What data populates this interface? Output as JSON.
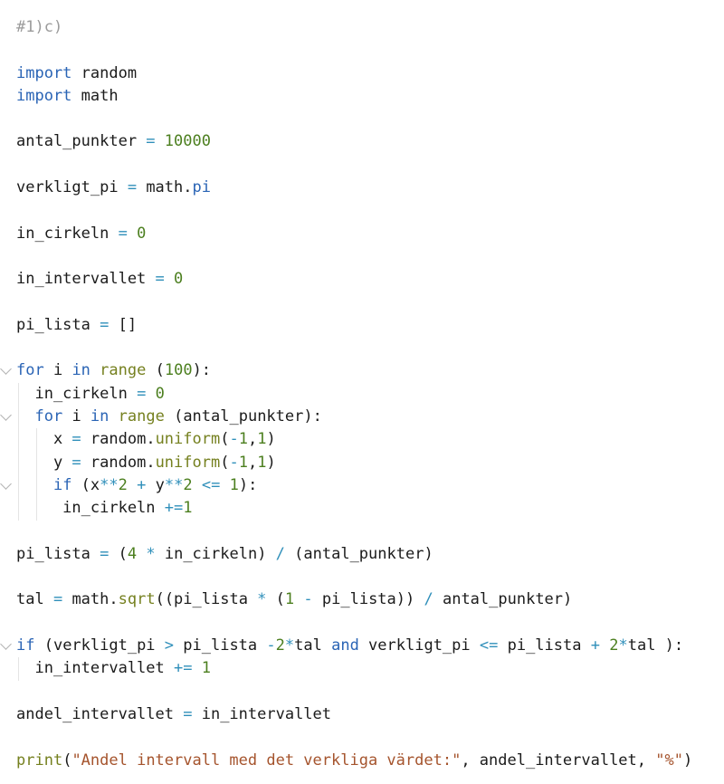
{
  "app": {
    "kind": "code-editor",
    "language": "python",
    "background": "#ffffff"
  },
  "palette": {
    "t": "#1b1b1b",
    "c": "#9b9b9b",
    "k": "#2a64b5",
    "o": "#2f8fba",
    "n": "#4c7f1f",
    "f": "#75801f",
    "s": "#a5542d",
    "fold_chevron": "#b4b4b4",
    "indent_guide": "#e4e4e4"
  },
  "editor": {
    "fold_marker_rows": [
      16,
      18,
      21,
      28
    ],
    "indent_guides": [
      {
        "x": 20,
        "from_row": 17,
        "to_row": 22
      },
      {
        "x": 40,
        "from_row": 19,
        "to_row": 22
      },
      {
        "x": 20,
        "from_row": 29,
        "to_row": 29
      }
    ],
    "lines": [
      {
        "tokens": [
          [
            "c",
            "#1)c)"
          ]
        ]
      },
      {
        "tokens": []
      },
      {
        "tokens": [
          [
            "k",
            "import"
          ],
          [
            "t",
            " random"
          ]
        ]
      },
      {
        "tokens": [
          [
            "k",
            "import"
          ],
          [
            "t",
            " math"
          ]
        ]
      },
      {
        "tokens": []
      },
      {
        "tokens": [
          [
            "t",
            "antal_punkter "
          ],
          [
            "o",
            "="
          ],
          [
            "t",
            " "
          ],
          [
            "n",
            "10000"
          ]
        ]
      },
      {
        "tokens": []
      },
      {
        "tokens": [
          [
            "t",
            "verkligt_pi "
          ],
          [
            "o",
            "="
          ],
          [
            "t",
            " math."
          ],
          [
            "k",
            "pi"
          ]
        ]
      },
      {
        "tokens": []
      },
      {
        "tokens": [
          [
            "t",
            "in_cirkeln "
          ],
          [
            "o",
            "="
          ],
          [
            "t",
            " "
          ],
          [
            "n",
            "0"
          ]
        ]
      },
      {
        "tokens": []
      },
      {
        "tokens": [
          [
            "t",
            "in_intervallet "
          ],
          [
            "o",
            "="
          ],
          [
            "t",
            " "
          ],
          [
            "n",
            "0"
          ]
        ]
      },
      {
        "tokens": []
      },
      {
        "tokens": [
          [
            "t",
            "pi_lista "
          ],
          [
            "o",
            "="
          ],
          [
            "t",
            " []"
          ]
        ]
      },
      {
        "tokens": []
      },
      {
        "tokens": [
          [
            "k",
            "for"
          ],
          [
            "t",
            " i "
          ],
          [
            "k",
            "in"
          ],
          [
            "t",
            " "
          ],
          [
            "f",
            "range"
          ],
          [
            "t",
            " ("
          ],
          [
            "n",
            "100"
          ],
          [
            "t",
            "):"
          ]
        ]
      },
      {
        "tokens": [
          [
            "t",
            "  in_cirkeln "
          ],
          [
            "o",
            "="
          ],
          [
            "t",
            " "
          ],
          [
            "n",
            "0"
          ]
        ]
      },
      {
        "tokens": [
          [
            "t",
            "  "
          ],
          [
            "k",
            "for"
          ],
          [
            "t",
            " i "
          ],
          [
            "k",
            "in"
          ],
          [
            "t",
            " "
          ],
          [
            "f",
            "range"
          ],
          [
            "t",
            " (antal_punkter):"
          ]
        ]
      },
      {
        "tokens": [
          [
            "t",
            "    x "
          ],
          [
            "o",
            "="
          ],
          [
            "t",
            " random."
          ],
          [
            "f",
            "uniform"
          ],
          [
            "t",
            "("
          ],
          [
            "o",
            "-"
          ],
          [
            "n",
            "1"
          ],
          [
            "t",
            ","
          ],
          [
            "n",
            "1"
          ],
          [
            "t",
            ")"
          ]
        ]
      },
      {
        "tokens": [
          [
            "t",
            "    y "
          ],
          [
            "o",
            "="
          ],
          [
            "t",
            " random."
          ],
          [
            "f",
            "uniform"
          ],
          [
            "t",
            "("
          ],
          [
            "o",
            "-"
          ],
          [
            "n",
            "1"
          ],
          [
            "t",
            ","
          ],
          [
            "n",
            "1"
          ],
          [
            "t",
            ")"
          ]
        ]
      },
      {
        "tokens": [
          [
            "t",
            "    "
          ],
          [
            "k",
            "if"
          ],
          [
            "t",
            " (x"
          ],
          [
            "o",
            "**"
          ],
          [
            "n",
            "2"
          ],
          [
            "t",
            " "
          ],
          [
            "o",
            "+"
          ],
          [
            "t",
            " y"
          ],
          [
            "o",
            "**"
          ],
          [
            "n",
            "2"
          ],
          [
            "t",
            " "
          ],
          [
            "o",
            "<="
          ],
          [
            "t",
            " "
          ],
          [
            "n",
            "1"
          ],
          [
            "t",
            "):"
          ]
        ]
      },
      {
        "tokens": [
          [
            "t",
            "     in_cirkeln "
          ],
          [
            "o",
            "+="
          ],
          [
            "n",
            "1"
          ]
        ]
      },
      {
        "tokens": []
      },
      {
        "tokens": [
          [
            "t",
            "pi_lista "
          ],
          [
            "o",
            "="
          ],
          [
            "t",
            " ("
          ],
          [
            "n",
            "4"
          ],
          [
            "t",
            " "
          ],
          [
            "o",
            "*"
          ],
          [
            "t",
            " in_cirkeln) "
          ],
          [
            "o",
            "/"
          ],
          [
            "t",
            " (antal_punkter)"
          ]
        ]
      },
      {
        "tokens": []
      },
      {
        "tokens": [
          [
            "t",
            "tal "
          ],
          [
            "o",
            "="
          ],
          [
            "t",
            " math."
          ],
          [
            "f",
            "sqrt"
          ],
          [
            "t",
            "((pi_lista "
          ],
          [
            "o",
            "*"
          ],
          [
            "t",
            " ("
          ],
          [
            "n",
            "1"
          ],
          [
            "t",
            " "
          ],
          [
            "o",
            "-"
          ],
          [
            "t",
            " pi_lista)) "
          ],
          [
            "o",
            "/"
          ],
          [
            "t",
            " antal_punkter)"
          ]
        ]
      },
      {
        "tokens": []
      },
      {
        "tokens": [
          [
            "k",
            "if"
          ],
          [
            "t",
            " (verkligt_pi "
          ],
          [
            "o",
            ">"
          ],
          [
            "t",
            " pi_lista "
          ],
          [
            "o",
            "-"
          ],
          [
            "n",
            "2"
          ],
          [
            "o",
            "*"
          ],
          [
            "t",
            "tal "
          ],
          [
            "k",
            "and"
          ],
          [
            "t",
            " verkligt_pi "
          ],
          [
            "o",
            "<="
          ],
          [
            "t",
            " pi_lista "
          ],
          [
            "o",
            "+"
          ],
          [
            "t",
            " "
          ],
          [
            "n",
            "2"
          ],
          [
            "o",
            "*"
          ],
          [
            "t",
            "tal ):"
          ]
        ]
      },
      {
        "tokens": [
          [
            "t",
            "  in_intervallet "
          ],
          [
            "o",
            "+="
          ],
          [
            "t",
            " "
          ],
          [
            "n",
            "1"
          ]
        ]
      },
      {
        "tokens": []
      },
      {
        "tokens": [
          [
            "t",
            "andel_intervallet "
          ],
          [
            "o",
            "="
          ],
          [
            "t",
            " in_intervallet"
          ]
        ]
      },
      {
        "tokens": []
      },
      {
        "tokens": [
          [
            "f",
            "print"
          ],
          [
            "t",
            "("
          ],
          [
            "s",
            "\"Andel intervall med det verkliga värdet:\""
          ],
          [
            "t",
            ", andel_intervallet, "
          ],
          [
            "s",
            "\"%\""
          ],
          [
            "t",
            ")"
          ]
        ]
      }
    ]
  }
}
